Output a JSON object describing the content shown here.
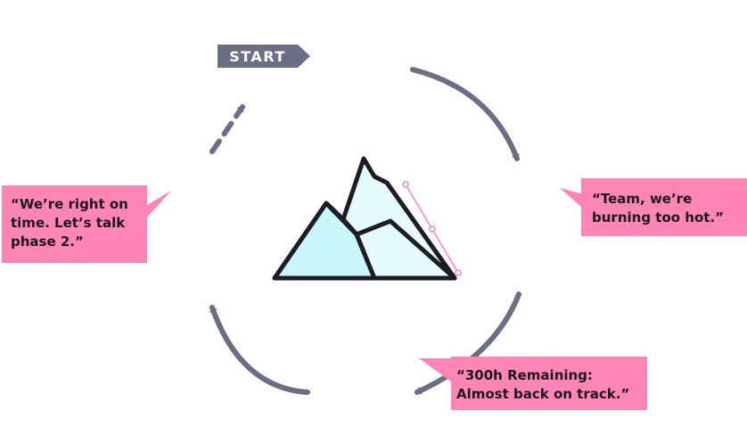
{
  "start_label": "START",
  "bubbles": {
    "phase2": {
      "line1": "“We’re right on",
      "line2": "time. Let’s talk",
      "line3": "phase 2.”"
    },
    "burning": {
      "line1": "“Team, we’re",
      "line2": "burning too hot.”"
    },
    "remaining": {
      "line1": "“300h Remaining:",
      "line2": "Almost back on track.”"
    }
  },
  "colors": {
    "arrow": "#6b6f84",
    "bubble": "#ff85b5",
    "start_tag": "#6b6f84",
    "mountain_outline": "#1c1c24",
    "mountain_fill_left": "#c9f7f9",
    "mountain_fill_right": "#e6fbfb",
    "guide_line": "#ff85b5"
  },
  "icons": [
    "mountain-icon",
    "cycle-arrow-icon",
    "dashed-arrow-icon",
    "start-tag-icon"
  ]
}
